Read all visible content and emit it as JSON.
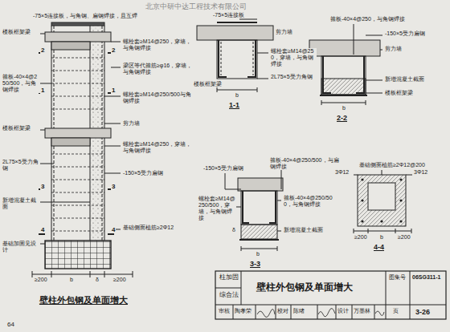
{
  "diagram": {
    "labels": [
      "北京中研中达工程技术有限公司",
      "-75×5连接板，与角钢、扁钢焊接，且互焊",
      "楼板框架梁",
      "螺栓套≥M14@250，穿墙，与角钢焊接",
      "2",
      "2",
      "梁区等代箍筋≥φ16，穿墙，与角钢焊接",
      "箍板-40×4@250/500，与角钢焊接",
      "1",
      "1",
      "螺栓套≥M14@250/500与角钢焊接",
      "剪力墙",
      "楼板框架梁",
      "螺栓套≥M14@250，穿墙，与角钢焊接",
      "2L75×5受力角钢",
      "-150×5受力扁钢",
      "3",
      "3",
      "新增混凝土截面",
      "基础侧面植筋≥2Φ12",
      "4",
      "4",
      "基础加固见设计",
      "≥200",
      "b",
      "δ",
      "≥200",
      "壁柱外包钢及单面增大",
      "-75×5连接板",
      "剪力墙",
      "螺栓套≥M14@250，穿墙，与角钢焊接",
      "2L75×5受力角钢",
      "楼板框架梁",
      "b",
      "1-1",
      "箍板-40×4@250，与角钢焊接",
      "-150×5受力扁钢",
      "剪力墙",
      "新增混凝土截面",
      "楼板框架梁",
      "b",
      "2-2",
      "-150×5受力扁钢",
      "箍板-40×4@250/500，与扁钢焊接",
      "螺栓套≥M14@250/500，穿墙，与角钢焊接",
      "箍板-40×4@250/500，与角钢焊接",
      "新增混凝土截面",
      "b",
      "δ",
      "3-3",
      "3Φ12",
      "基础侧面植筋≥2Φ12@200",
      "3Φ12",
      "≥200",
      "b",
      "≥200",
      "4-4",
      "柱加固",
      "综合法",
      "壁柱外包钢及单面增大",
      "图集号",
      "06SG311-1",
      "审核",
      "陶孝荣",
      "校对",
      "陈绪",
      "设计",
      "万墨林",
      "页",
      "3-26",
      "64"
    ]
  }
}
